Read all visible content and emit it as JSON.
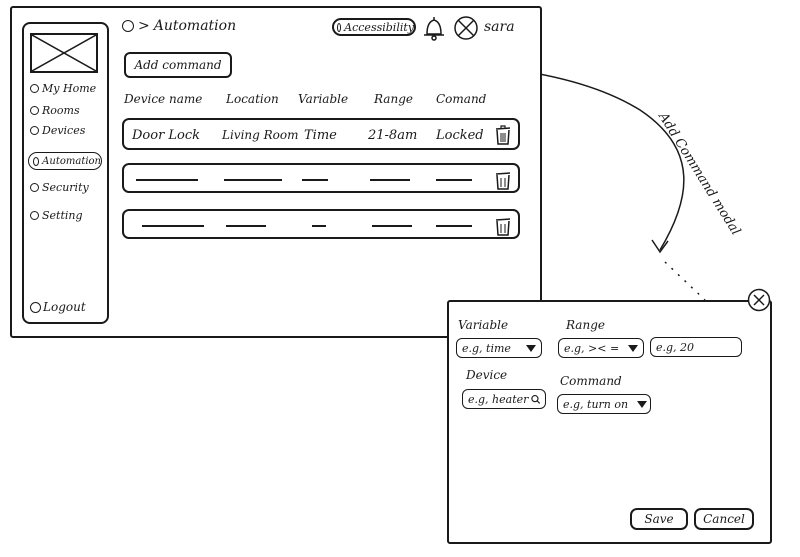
{
  "header": {
    "breadcrumb": "Automation",
    "accessibility_label": "Accessibility",
    "user_name": "sara"
  },
  "sidebar": {
    "items": [
      {
        "label": "My Home"
      },
      {
        "label": "Rooms"
      },
      {
        "label": "Devices"
      },
      {
        "label": "Automation",
        "active": true
      },
      {
        "label": "Security"
      },
      {
        "label": "Setting"
      }
    ],
    "logout_label": "Logout"
  },
  "toolbar": {
    "add_command_label": "Add command"
  },
  "table": {
    "columns": [
      "Device name",
      "Location",
      "Variable",
      "Range",
      "Comand"
    ],
    "rows": [
      {
        "device": "Door Lock",
        "location": "Living Room",
        "variable": "Time",
        "range": "21-8am",
        "command": "Locked"
      }
    ],
    "placeholder_rows": 2
  },
  "annotation": {
    "label": "Add Command modal"
  },
  "modal": {
    "variable_label": "Variable",
    "variable_placeholder": "e.g, time",
    "range_label": "Range",
    "range_op_placeholder": "e.g, >< =",
    "range_value_placeholder": "e.g, 20",
    "device_label": "Device",
    "device_placeholder": "e.g, heater",
    "command_label": "Command",
    "command_placeholder": "e.g, turn on",
    "save_label": "Save",
    "cancel_label": "Cancel"
  },
  "icons": {
    "logo": "placeholder-image-icon",
    "bell": "bell-icon",
    "avatar": "avatar-icon",
    "trash": "trash-icon",
    "search": "search-icon",
    "close": "close-icon",
    "dropdown": "chevron-down-icon"
  },
  "colors": {
    "ink": "#1a1a1a",
    "paper": "#ffffff"
  }
}
